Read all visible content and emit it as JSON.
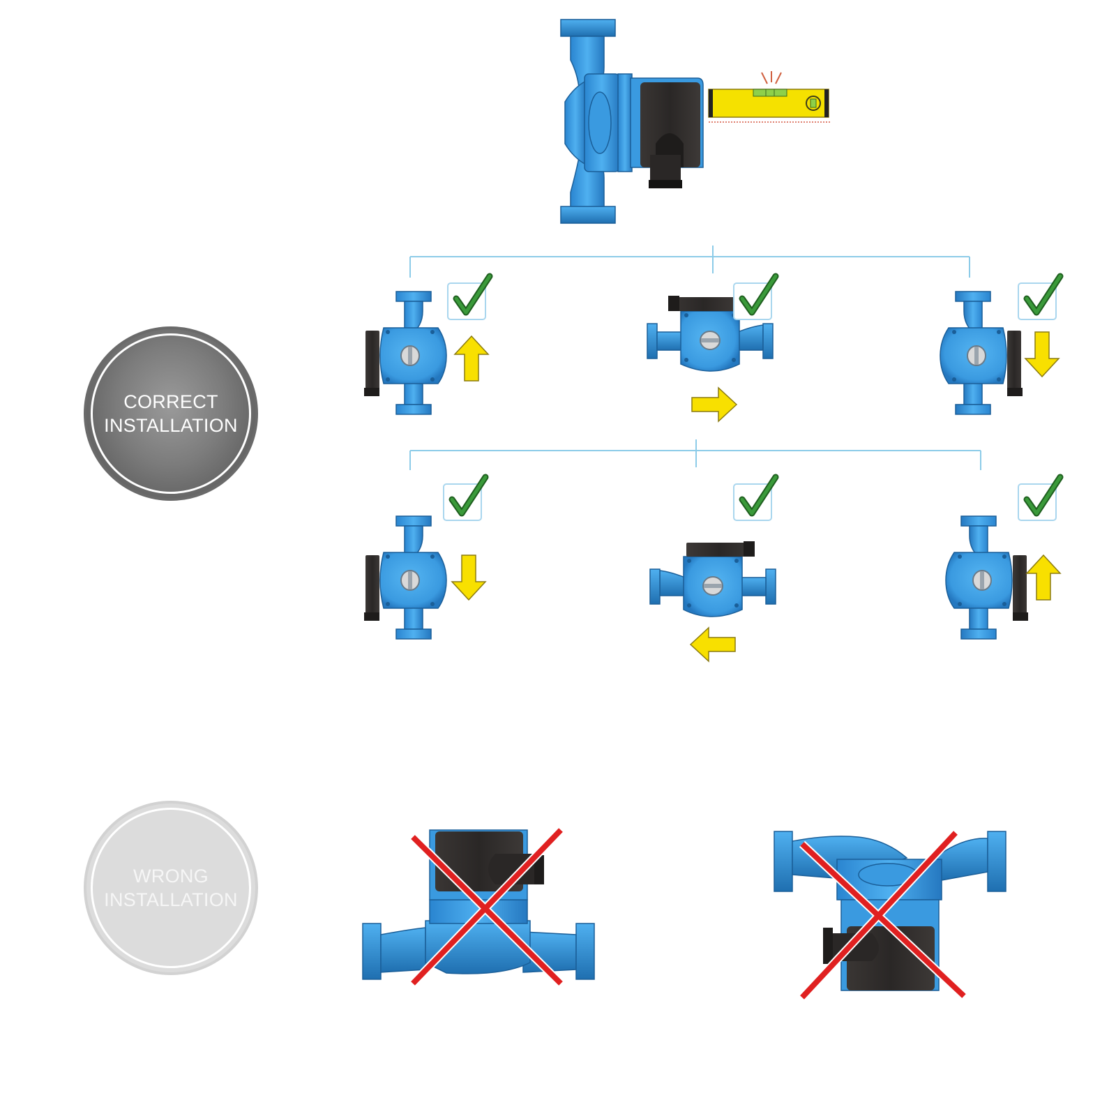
{
  "title": "Circulation pump installation orientation guide",
  "badges": {
    "correct": {
      "line1": "CORRECT",
      "line2": "INSTALLATION"
    },
    "wrong": {
      "line1": "WRONG",
      "line2": "INSTALLATION"
    }
  },
  "colors": {
    "pump_blue": "#3a9ae0",
    "pump_blue_dark": "#1f6fb0",
    "motor_black": "#2e2b2a",
    "arrow_yellow": "#f8e000",
    "check_green": "#2f8a2f",
    "connector_line": "#8ccbe8",
    "cross_red": "#e02020",
    "level_yellow": "#f5e100"
  },
  "reference": {
    "description": "Pump with horizontal motor shaft, spirit level showing level",
    "icon": "spirit-level-icon"
  },
  "correct_orientations": [
    {
      "id": "row1-left",
      "flow_arrow": "up",
      "motor_side": "left",
      "status": "check"
    },
    {
      "id": "row1-center",
      "flow_arrow": "right",
      "motor_side": "top",
      "status": "check"
    },
    {
      "id": "row1-right",
      "flow_arrow": "down",
      "motor_side": "right",
      "status": "check"
    },
    {
      "id": "row2-left",
      "flow_arrow": "down",
      "motor_side": "left",
      "status": "check"
    },
    {
      "id": "row2-center",
      "flow_arrow": "left",
      "motor_side": "top",
      "status": "check"
    },
    {
      "id": "row2-right",
      "flow_arrow": "up",
      "motor_side": "right",
      "status": "check"
    }
  ],
  "wrong_orientations": [
    {
      "id": "wrong-motor-up",
      "description": "Motor shaft vertical, motor on top",
      "status": "cross"
    },
    {
      "id": "wrong-motor-down",
      "description": "Motor shaft vertical, motor at bottom",
      "status": "cross"
    }
  ]
}
